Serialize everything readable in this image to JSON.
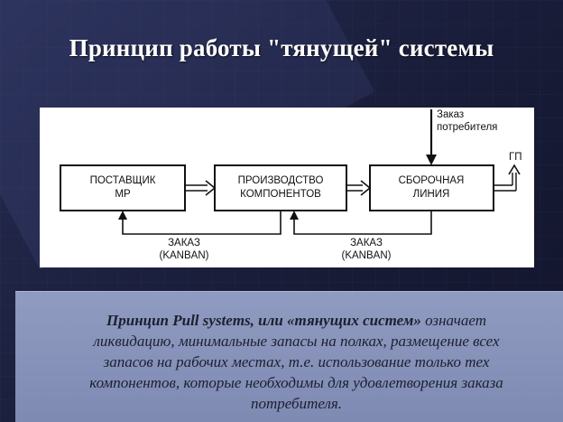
{
  "title": "Принцип работы \"тянущей\" системы",
  "diagram": {
    "boxes": [
      {
        "line1": "ПОСТАВЩИК",
        "line2": "МР"
      },
      {
        "line1": "ПРОИЗВОДСТВО",
        "line2": "КОМПОНЕНТОВ"
      },
      {
        "line1": "СБОРОЧНАЯ",
        "line2": "ЛИНИЯ"
      }
    ],
    "customer_order": {
      "line1": "Заказ",
      "line2": "потребителя"
    },
    "output_label": "ГП",
    "kanban_labels": [
      {
        "line1": "ЗАКАЗ",
        "line2": "(KANBAN)"
      },
      {
        "line1": "ЗАКАЗ",
        "line2": "(KANBAN)"
      }
    ]
  },
  "panel": {
    "bold_part": "Принцип Pull systems, или «тянущих систем»",
    "line1_rest": " означает",
    "line2": "ликвидацию, минимальные запасы на полках, размещение всех",
    "line3": "запасов на рабочих местах, т.е. использование только тех",
    "line4": "компонентов, которые необходимы для удовлетворения заказа",
    "line5": "потребителя."
  }
}
